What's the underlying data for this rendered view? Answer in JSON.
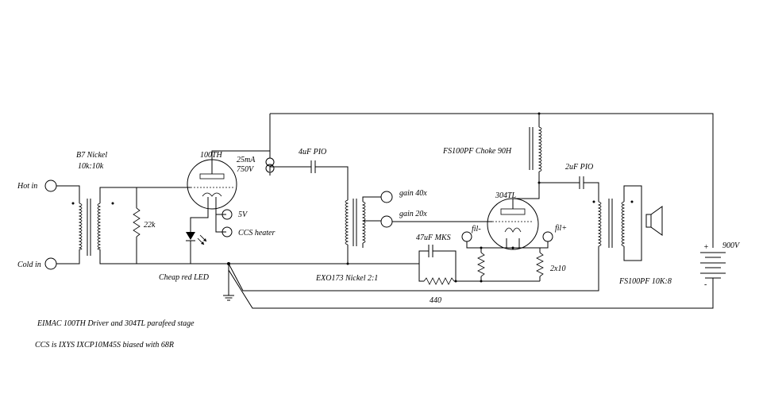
{
  "labels": {
    "hot_in": "Hot in",
    "cold_in": "Cold in",
    "input_transformer_name": "B7 Nickel",
    "input_transformer_ratio": "10k:10k",
    "resistor_22k": "22k",
    "driver_tube": "100TH",
    "plate_current": "25mA",
    "plate_voltage": "750V",
    "heater_voltage": "5V",
    "ccs_heater": "CCS heater",
    "cheap_led": "Cheap red LED",
    "coupling_cap": "4uF PIO",
    "gain_40": "gain 40x",
    "gain_20": "gain 20x",
    "interstage": "EXO173 Nickel 2:1",
    "cathode_cap": "47uF MKS",
    "output_tube": "304TL",
    "fil_minus": "fil-",
    "fil_plus": "fil+",
    "resistor_2x10": "2x10",
    "choke": "FS100PF Choke 90H",
    "output_cap": "2uF PIO",
    "output_transformer": "FS100PF 10K:8",
    "supply_voltage": "900V",
    "plus": "+",
    "minus": "-",
    "bias_value": "440"
  },
  "notes": {
    "line1": "EIMAC 100TH Driver  and 304TL parafeed stage",
    "line2": "CCS is IXYS IXCP10M45S biased with 68R"
  }
}
